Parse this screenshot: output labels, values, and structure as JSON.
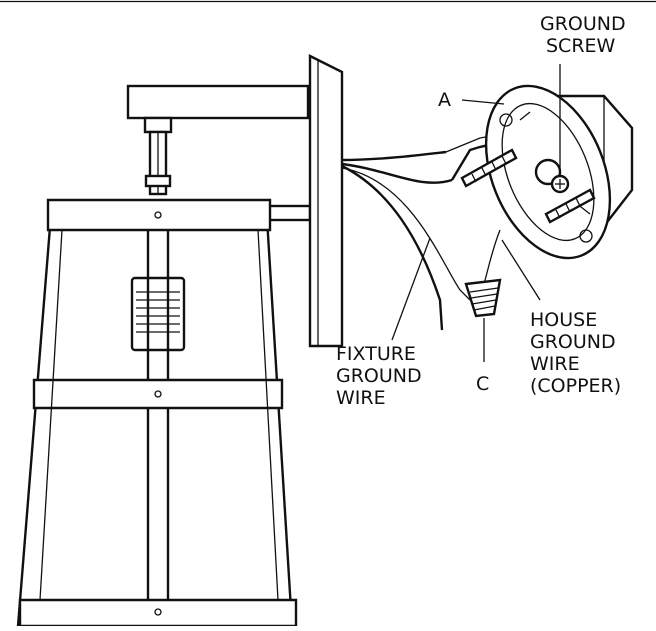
{
  "labels": {
    "ground_screw_1": "GROUND",
    "ground_screw_2": "SCREW",
    "part_a": "A",
    "part_c": "C",
    "fixture_1": "FIXTURE",
    "fixture_2": "GROUND",
    "fixture_3": "WIRE",
    "house_1": "HOUSE",
    "house_2": "GROUND",
    "house_3": "WIRE",
    "house_4": "(COPPER)"
  },
  "colors": {
    "line": "#111111",
    "background": "#ffffff"
  },
  "icons": [
    "wall-lantern-fixture",
    "junction-box",
    "mounting-plate",
    "wire-nut",
    "ground-screw",
    "mounting-screws"
  ]
}
